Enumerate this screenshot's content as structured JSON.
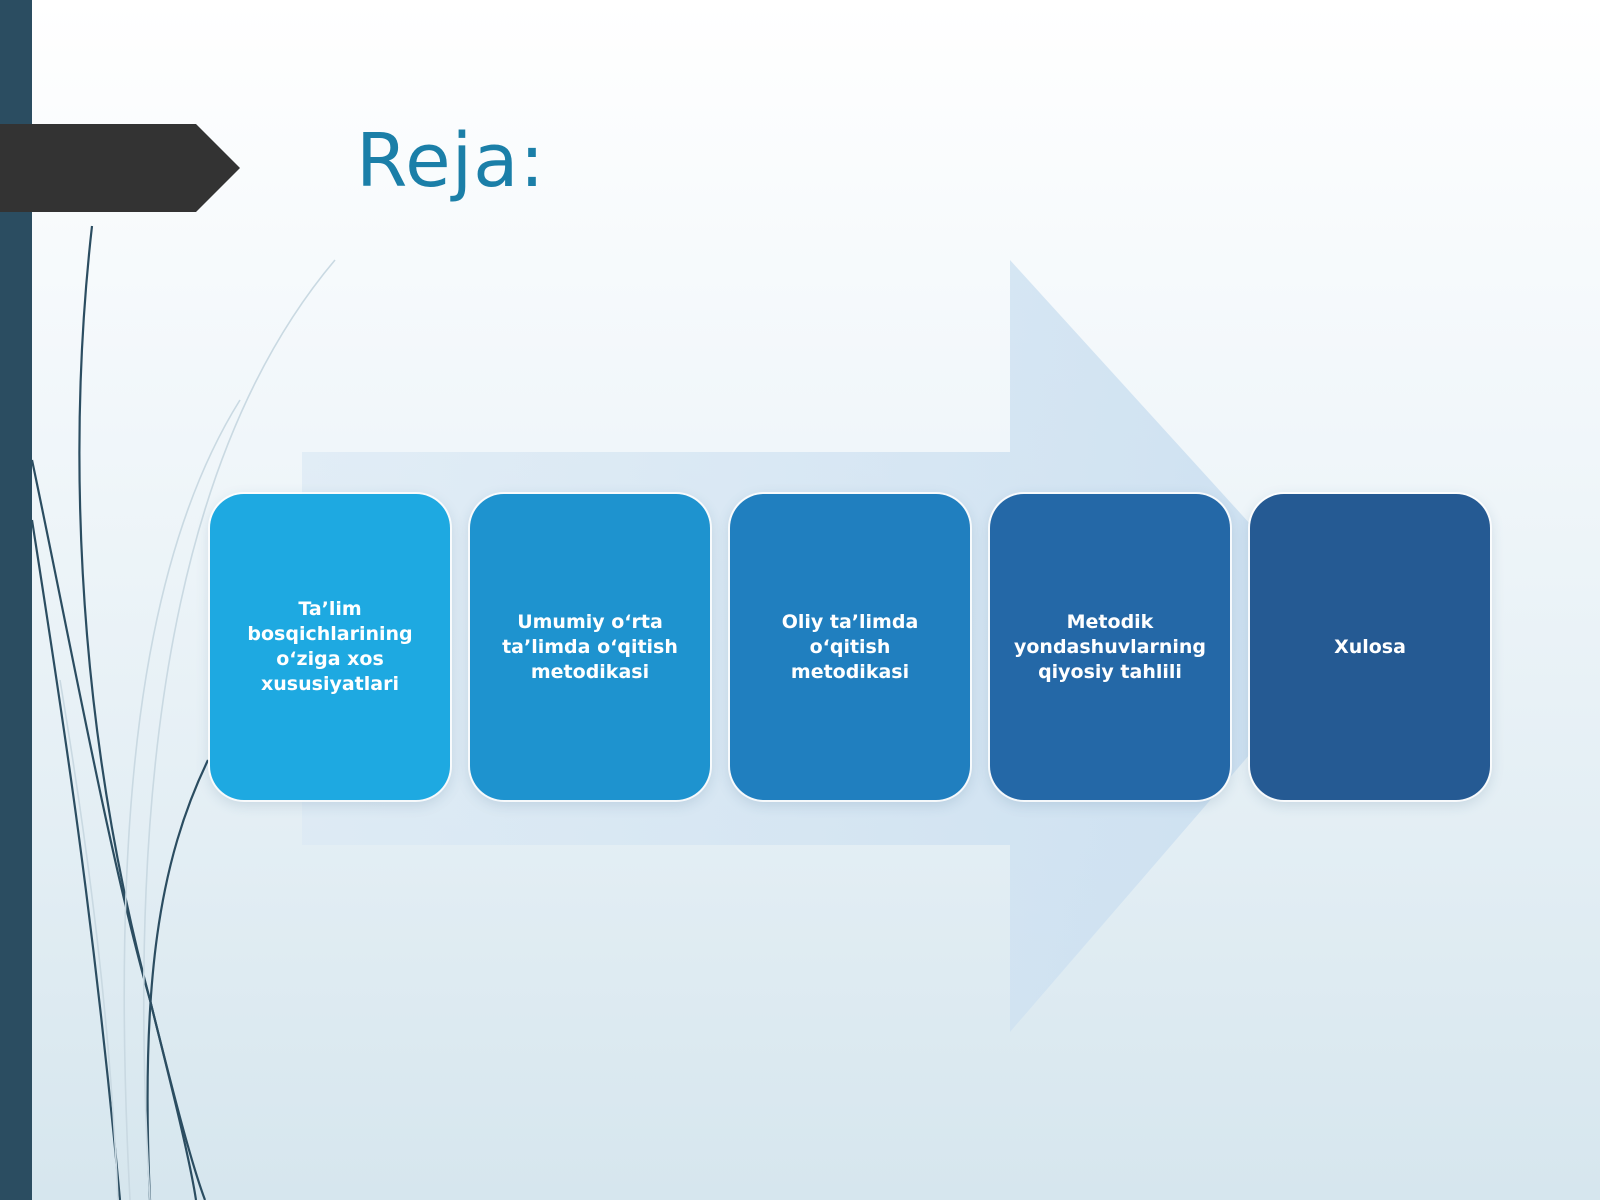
{
  "slide": {
    "title": "Reja:",
    "accent_color": "#1b7fa8",
    "sidebar_color": "#2b4d61",
    "tab_color": "#333333"
  },
  "process": {
    "steps": [
      {
        "label": "Ta’lim\nbosqichlarining\no‘ziga xos\nxususiyatlari",
        "color": "#1ea9e1"
      },
      {
        "label": "Umumiy o‘rta\nta’limda o‘qitish\nmetodikasi",
        "color": "#1e93cf"
      },
      {
        "label": "Oliy ta’limda\no‘qitish metodikasi",
        "color": "#207fbf"
      },
      {
        "label": "Metodik\nyondashuvlarning\nqiyosiy tahlili",
        "color": "#2468a7"
      },
      {
        "label": "Xulosa",
        "color": "#255a93"
      }
    ]
  }
}
